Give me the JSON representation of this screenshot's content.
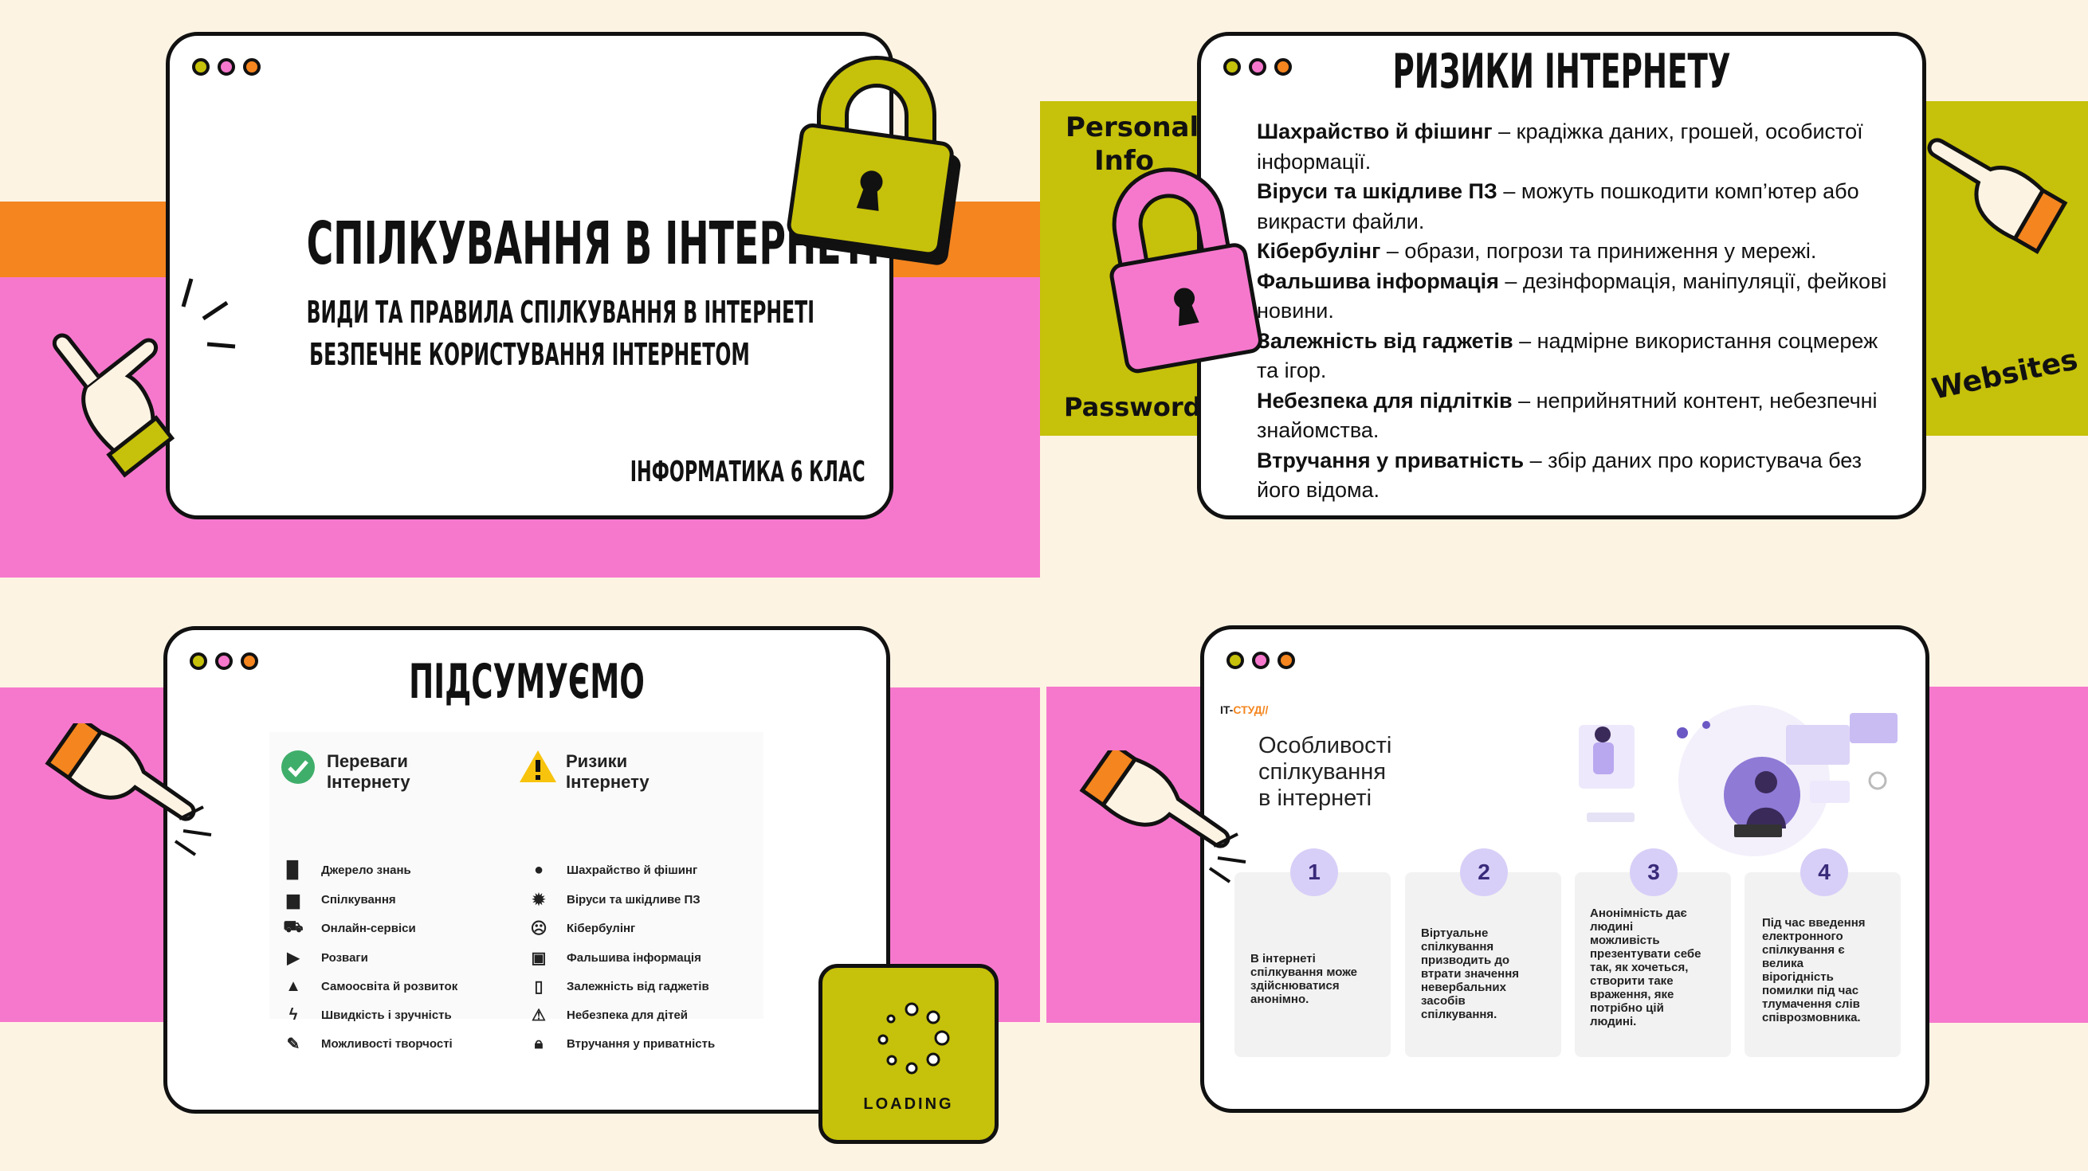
{
  "slide1": {
    "title": "СПІЛКУВАННЯ В ІНТЕРНЕТІ",
    "subtitle1": "ВИДИ ТА ПРАВИЛА СПІЛКУВАННЯ В ІНТЕРНЕТІ",
    "subtitle2": "БЕЗПЕЧНЕ КОРИСТУВАННЯ ІНТЕРНЕТОМ",
    "course": "ІНФОРМАТИКА 6 КЛАС"
  },
  "slide2": {
    "title": "РИЗИКИ ІНТЕРНЕТУ",
    "label_personal": "Personal",
    "label_info": "Info",
    "label_passwords": "Passwords",
    "label_websites": "Websites",
    "risks": [
      {
        "term": "Шахрайство й фішинг",
        "desc": " – крадіжка даних, грошей, особистої інформації."
      },
      {
        "term": "Віруси та шкідливе ПЗ",
        "desc": " – можуть пошкодити комп’ютер або викрасти файли."
      },
      {
        "term": "Кібербулінг",
        "desc": " – образи, погрози та приниження у мережі."
      },
      {
        "term": "Фальшива інформація",
        "desc": " – дезінформація, маніпуляції, фейкові новини."
      },
      {
        "term": "Залежність від гаджетів",
        "desc": " – надмірне використання соцмереж та ігор."
      },
      {
        "term": "Небезпека для підлітків",
        "desc": " – неприйнятний контент, небезпечні знайомства."
      },
      {
        "term": "Втручання у приватність",
        "desc": " – збір даних про користувача без його відома."
      }
    ]
  },
  "slide3": {
    "title": "ПІДСУМУЄМО",
    "benefits_title_1": "Переваги",
    "benefits_title_2": "Інтернету",
    "risks_title_1": "Ризики",
    "risks_title_2": "Інтернету",
    "benefits": [
      {
        "icon": "book-icon",
        "label": "Джерело знань"
      },
      {
        "icon": "chat-icon",
        "label": "Спілкування"
      },
      {
        "icon": "cart-icon",
        "label": "Онлайн-сервіси"
      },
      {
        "icon": "play-icon",
        "label": "Розваги"
      },
      {
        "icon": "graduation-cap-icon",
        "label": "Самоосвіта й розвиток"
      },
      {
        "icon": "lightning-icon",
        "label": "Швидкість і зручність"
      },
      {
        "icon": "pencil-icon",
        "label": "Можливості творчості"
      }
    ],
    "risks": [
      {
        "icon": "person-icon",
        "label": "Шахрайство й фішинг"
      },
      {
        "icon": "bug-icon",
        "label": "Віруси та шкідливе ПЗ"
      },
      {
        "icon": "sad-face-icon",
        "label": "Кібербулінг"
      },
      {
        "icon": "newspaper-icon",
        "label": "Фальшива інформація"
      },
      {
        "icon": "phone-icon",
        "label": "Залежність від гаджетів"
      },
      {
        "icon": "warning-icon",
        "label": "Небезпека для дітей"
      },
      {
        "icon": "lock-icon",
        "label": "Втручання у приватність"
      }
    ],
    "loading": "LOADING"
  },
  "slide4": {
    "brand_a": "IT-",
    "brand_b": "СТУД//",
    "heading_1": "Особливості",
    "heading_2": "спілкування",
    "heading_3": "в інтернеті",
    "steps": [
      {
        "num": "1",
        "lines": [
          "В інтернеті",
          "спілкування може",
          "здійснюватися",
          "анонімно."
        ]
      },
      {
        "num": "2",
        "lines": [
          "Віртуальне",
          "спілкування",
          "призводить до",
          "втрати значення",
          "невербальних",
          "засобів",
          "спілкування."
        ]
      },
      {
        "num": "3",
        "lines": [
          "Анонімність дає",
          "людині",
          "можливість",
          "презентувати себе",
          "так, як хочеться,",
          "створити таке",
          "враження, яке",
          "потрібно цій",
          "людині."
        ]
      },
      {
        "num": "4",
        "lines": [
          "Під час введення",
          "електронного",
          "спілкування є",
          "велика",
          "вірогідність",
          "помилки під час",
          "тлумачення слів",
          "співрозмовника."
        ]
      }
    ]
  },
  "colors": {
    "pink": "#f678cd",
    "orange": "#f4851f",
    "olive": "#c6c10a",
    "cream": "#fdf3e3",
    "ink": "#111111"
  }
}
